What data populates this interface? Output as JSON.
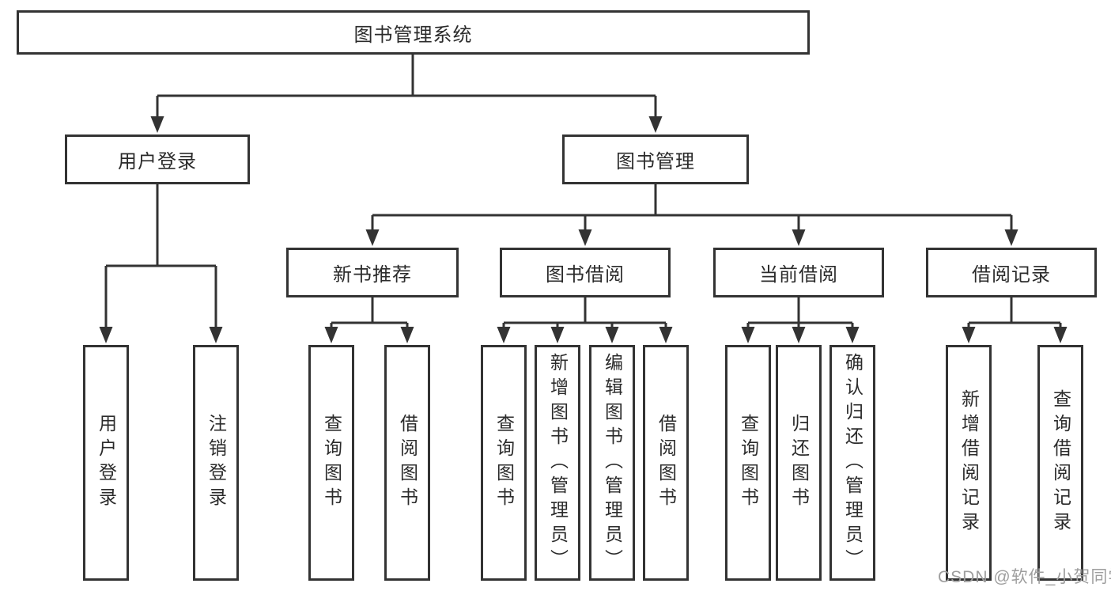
{
  "diagram": {
    "title": "图书管理系统",
    "root": {
      "label": "图书管理系统"
    },
    "branches": [
      {
        "label": "用户登录",
        "children": [
          {
            "label": "用户登录"
          },
          {
            "label": "注销登录"
          }
        ]
      },
      {
        "label": "图书管理",
        "children": [
          {
            "label": "新书推荐",
            "children": [
              {
                "label": "查询图书"
              },
              {
                "label": "借阅图书"
              }
            ]
          },
          {
            "label": "图书借阅",
            "children": [
              {
                "label": "查询图书"
              },
              {
                "label": "新增图书（管理员）"
              },
              {
                "label": "编辑图书（管理员）"
              },
              {
                "label": "借阅图书"
              }
            ]
          },
          {
            "label": "当前借阅",
            "children": [
              {
                "label": "查询图书"
              },
              {
                "label": "归还图书"
              },
              {
                "label": "确认归还（管理员）"
              }
            ]
          },
          {
            "label": "借阅记录",
            "children": [
              {
                "label": "新增借阅记录"
              },
              {
                "label": "查询借阅记录"
              }
            ]
          }
        ]
      }
    ],
    "watermark": "CSDN @软件_小贺同学",
    "colors": {
      "line": "#333333",
      "box_border": "#333333",
      "box_fill": "#ffffff",
      "text": "#2b2b2b",
      "watermark": "#9e9e9e",
      "background": "#ffffff"
    }
  }
}
